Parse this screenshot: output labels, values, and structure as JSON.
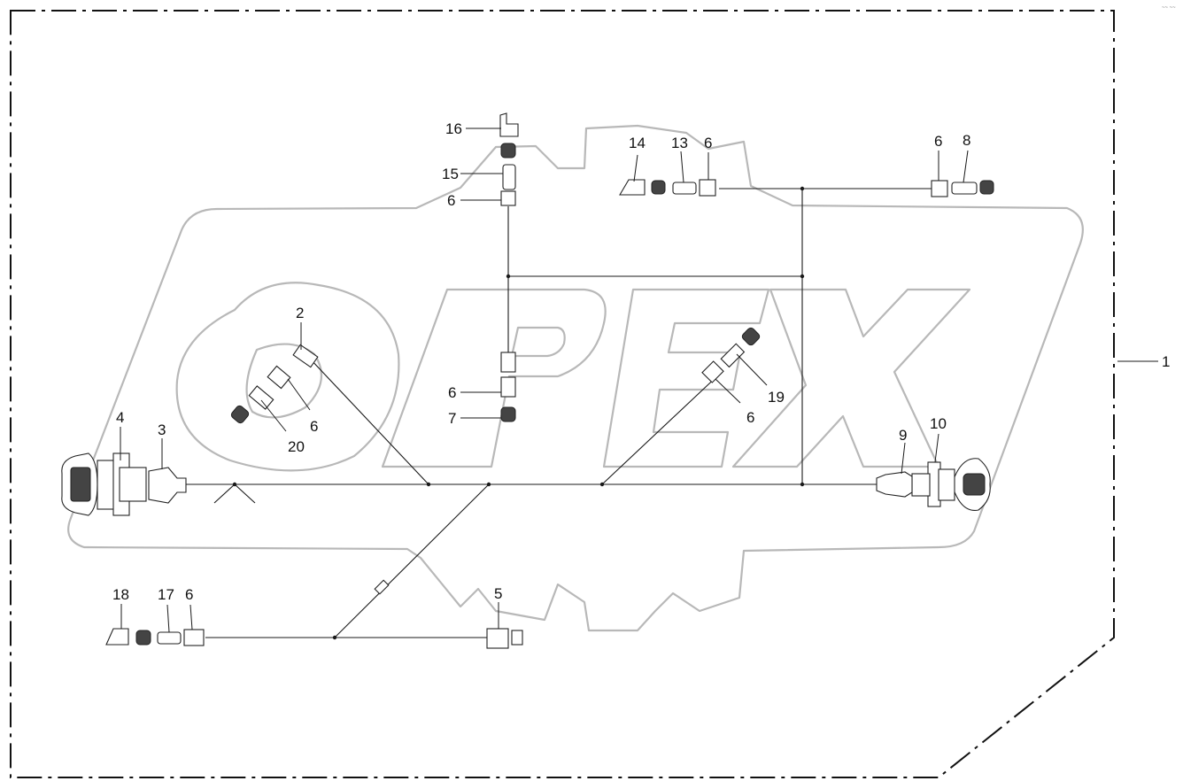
{
  "corner_mark": "~~ ~~",
  "callouts": {
    "c1": "1",
    "c2": "2",
    "c3": "3",
    "c4": "4",
    "c5": "5",
    "c6a": "6",
    "c6b": "6",
    "c6c": "6",
    "c6d": "6",
    "c6e": "6",
    "c6f": "6",
    "c6g": "6",
    "c7": "7",
    "c8": "8",
    "c9": "9",
    "c10": "10",
    "c13": "13",
    "c14": "14",
    "c15": "15",
    "c16": "16",
    "c17": "17",
    "c18": "18",
    "c19": "19",
    "c20": "20"
  }
}
